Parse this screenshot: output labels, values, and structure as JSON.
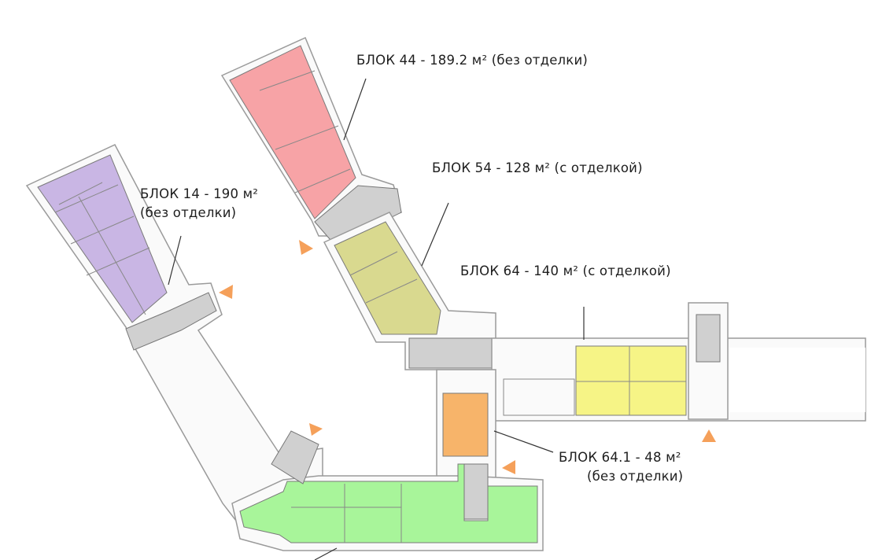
{
  "blocks": [
    {
      "id": "44",
      "label": "БЛОК 44 - 189.2 м² (без отделки)",
      "color": "#f7a3a6"
    },
    {
      "id": "54",
      "label": "БЛОК 54 - 128 м² (с отделкой)",
      "color": "#d9d98f"
    },
    {
      "id": "14",
      "line1": "БЛОК 14 - 190 м²",
      "line2": "(без отделки)",
      "color": "#c9b6e4"
    },
    {
      "id": "64",
      "label": "БЛОК 64 - 140 м² (с отделкой)",
      "color": "#f6f486"
    },
    {
      "id": "64.1",
      "line1": "БЛОК 64.1 - 48 м²",
      "line2": "(без отделки)",
      "color": "#f7b46a"
    },
    {
      "id": "green",
      "color": "#a8f59a"
    }
  ],
  "colors": {
    "entrance_arrow": "#f5a05a",
    "stair": "#d0d0d0"
  },
  "icons": {
    "entrance": "entrance-arrow-icon",
    "stair": "stair-icon"
  }
}
